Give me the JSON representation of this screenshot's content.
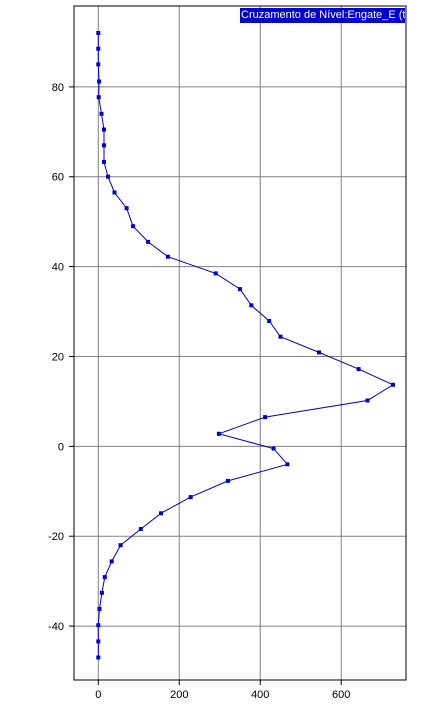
{
  "chart_data": {
    "type": "line",
    "series": [
      {
        "name": "Cruzamento de Nível:Engate_E (tf)",
        "color": "#0000cc",
        "x": [
          0,
          0,
          0,
          2,
          1,
          8,
          14,
          14,
          14,
          24,
          40,
          70,
          86,
          123,
          172,
          290,
          350,
          378,
          422,
          450,
          545,
          643,
          728,
          665,
          412,
          298,
          433,
          467,
          320,
          228,
          155,
          105,
          55,
          33,
          16,
          9,
          3,
          0,
          0,
          0
        ],
        "y": [
          92,
          88.5,
          85,
          81.2,
          77.7,
          74,
          70.5,
          67,
          63.3,
          60,
          56.5,
          53,
          49,
          45.5,
          42.2,
          38.5,
          35,
          31.4,
          27.9,
          24.4,
          20.9,
          17.2,
          13.7,
          10.2,
          6.5,
          2.8,
          -0.5,
          -4,
          -7.7,
          -11.3,
          -14.9,
          -18.4,
          -22,
          -25.6,
          -29.1,
          -32.6,
          -36.2,
          -39.8,
          -43.4,
          -47
        ]
      }
    ],
    "xlim": [
      -60,
      760
    ],
    "ylim": [
      -52,
      98
    ],
    "xticks": [
      0,
      200,
      400,
      600
    ],
    "yticks": [
      -40,
      -20,
      0,
      20,
      40,
      60,
      80
    ],
    "grid": true,
    "legend": "top-right"
  }
}
